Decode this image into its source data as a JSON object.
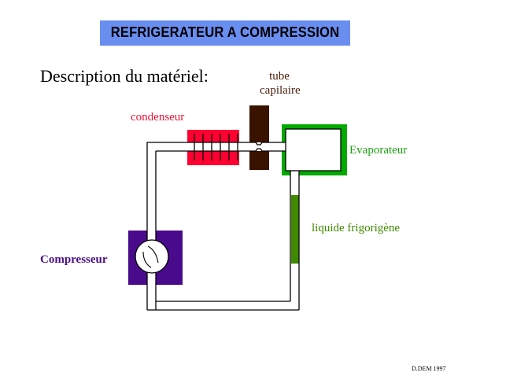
{
  "title": "REFRIGERATEUR A COMPRESSION",
  "subtitle": "Description du matériel:",
  "labels": {
    "tube_line1": "tube",
    "tube_line2": "capilaire",
    "condenseur": "condenseur",
    "evaporateur": "Evaporateur",
    "liquide": "liquide frigorigène",
    "compresseur": "Compresseur"
  },
  "footer": "D.DEM 1997",
  "colors": {
    "title_bg": "#6a8df0",
    "condenser": "#ff0033",
    "capillary": "#3a1200",
    "evaporator": "#00aa00",
    "liquid": "#408a00",
    "compressor": "#4a0a8c"
  },
  "components": [
    {
      "name": "condenseur",
      "icon": "fin-heat-exchanger"
    },
    {
      "name": "tube capilaire",
      "icon": "capillary-restriction"
    },
    {
      "name": "Evaporateur",
      "icon": "box-exchanger"
    },
    {
      "name": "liquide frigorigène",
      "icon": "liquid-bar"
    },
    {
      "name": "Compresseur",
      "icon": "compressor-circle"
    }
  ]
}
